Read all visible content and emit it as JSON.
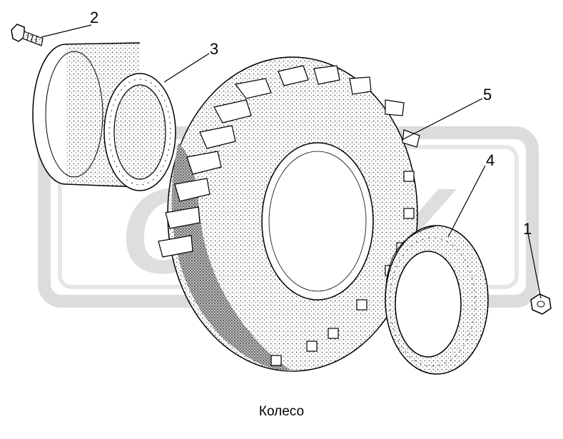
{
  "watermark": {
    "text": "CPEX",
    "color": "#d9d9d9"
  },
  "callouts": {
    "nut": "1",
    "bolt": "2",
    "rim": "3",
    "flange_ring": "4",
    "tire": "5"
  },
  "caption": "Колесо",
  "colors": {
    "line": "#000000",
    "stipple": "#555555",
    "background": "#ffffff"
  }
}
